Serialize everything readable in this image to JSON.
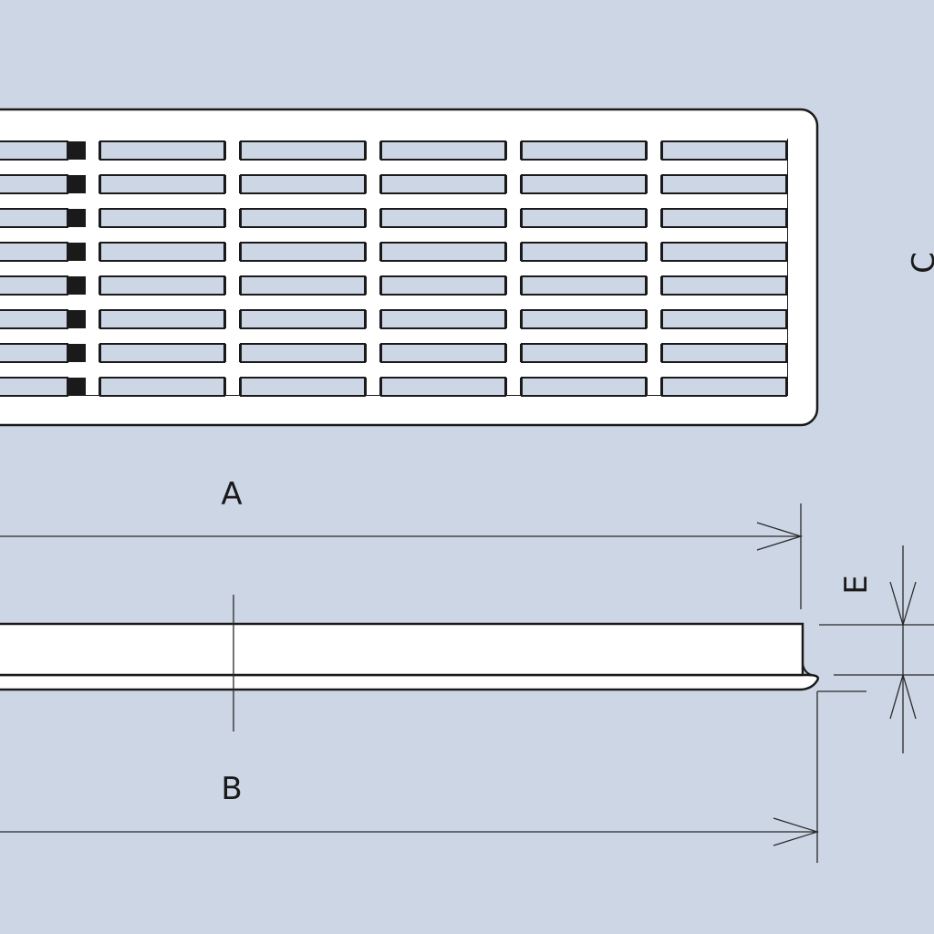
{
  "labels": {
    "a": "A",
    "b": "B",
    "c": "C",
    "e": "E"
  },
  "grille": {
    "columns": 6,
    "rows": 8
  },
  "colors": {
    "background": "#cdd6e5",
    "part_fill": "#ffffff",
    "slot_fill": "#cdd6e5",
    "line": "#1a1a1a",
    "dimension_line": "#2a2a2a"
  }
}
